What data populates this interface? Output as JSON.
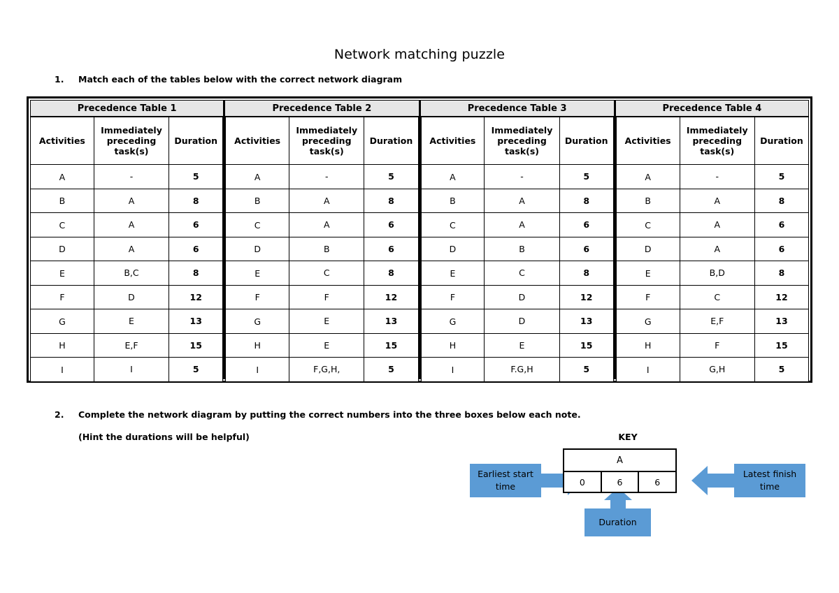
{
  "document": {
    "title": "Network matching puzzle"
  },
  "instructions": [
    {
      "number": "1.",
      "text": "Match each of the tables below with the correct network diagram"
    },
    {
      "number": "2.",
      "text": "Complete the network diagram by putting the correct numbers into the three boxes below each note."
    },
    {
      "number": "",
      "text": "(Hint the durations will be helpful)"
    }
  ],
  "columns": {
    "activities": "Activities",
    "preceding": "Immediately preceding task(s)",
    "preceding_line1": "Immediately",
    "preceding_line2": "preceding",
    "preceding_line3": "task(s)",
    "duration": "Duration"
  },
  "tables": [
    {
      "title": "Precedence Table 1",
      "rows": [
        {
          "activity": "A",
          "preceding": "-",
          "duration": "5"
        },
        {
          "activity": "B",
          "preceding": "A",
          "duration": "8"
        },
        {
          "activity": "C",
          "preceding": "A",
          "duration": "6"
        },
        {
          "activity": "D",
          "preceding": "A",
          "duration": "6"
        },
        {
          "activity": "E",
          "preceding": "B,C",
          "duration": "8"
        },
        {
          "activity": "F",
          "preceding": "D",
          "duration": "12"
        },
        {
          "activity": "G",
          "preceding": "E",
          "duration": "13"
        },
        {
          "activity": "H",
          "preceding": "E,F",
          "duration": "15"
        },
        {
          "activity": "I",
          "preceding": "I",
          "duration": "5"
        }
      ]
    },
    {
      "title": "Precedence Table 2",
      "rows": [
        {
          "activity": "A",
          "preceding": "-",
          "duration": "5"
        },
        {
          "activity": "B",
          "preceding": "A",
          "duration": "8"
        },
        {
          "activity": "C",
          "preceding": "A",
          "duration": "6"
        },
        {
          "activity": "D",
          "preceding": "B",
          "duration": "6"
        },
        {
          "activity": "E",
          "preceding": "C",
          "duration": "8"
        },
        {
          "activity": "F",
          "preceding": "F",
          "duration": "12"
        },
        {
          "activity": "G",
          "preceding": "E",
          "duration": "13"
        },
        {
          "activity": "H",
          "preceding": "E",
          "duration": "15"
        },
        {
          "activity": "I",
          "preceding": "F,G,H,",
          "duration": "5"
        }
      ]
    },
    {
      "title": "Precedence Table 3",
      "rows": [
        {
          "activity": "A",
          "preceding": "-",
          "duration": "5"
        },
        {
          "activity": "B",
          "preceding": "A",
          "duration": "8"
        },
        {
          "activity": "C",
          "preceding": "A",
          "duration": "6"
        },
        {
          "activity": "D",
          "preceding": "B",
          "duration": "6"
        },
        {
          "activity": "E",
          "preceding": "C",
          "duration": "8"
        },
        {
          "activity": "F",
          "preceding": "D",
          "duration": "12"
        },
        {
          "activity": "G",
          "preceding": "D",
          "duration": "13"
        },
        {
          "activity": "H",
          "preceding": "E",
          "duration": "15"
        },
        {
          "activity": "I",
          "preceding": "F.G,H",
          "duration": "5"
        }
      ]
    },
    {
      "title": "Precedence Table 4",
      "rows": [
        {
          "activity": "A",
          "preceding": "-",
          "duration": "5"
        },
        {
          "activity": "B",
          "preceding": "A",
          "duration": "8"
        },
        {
          "activity": "C",
          "preceding": "A",
          "duration": "6"
        },
        {
          "activity": "D",
          "preceding": "A",
          "duration": "6"
        },
        {
          "activity": "E",
          "preceding": "B,D",
          "duration": "8"
        },
        {
          "activity": "F",
          "preceding": "C",
          "duration": "12"
        },
        {
          "activity": "G",
          "preceding": "E,F",
          "duration": "13"
        },
        {
          "activity": "H",
          "preceding": "F",
          "duration": "15"
        },
        {
          "activity": "I",
          "preceding": "G,H",
          "duration": "5"
        }
      ]
    }
  ],
  "key_diagram": {
    "label": "KEY",
    "node": {
      "activity": "A",
      "earliest_start_time": "0",
      "duration": "6",
      "latest_finish_time": "6"
    },
    "callouts": {
      "earliest": "Earliest start time",
      "latest": "Latest finish time",
      "duration": "Duration"
    },
    "accent_color": "#5B9BD5"
  }
}
